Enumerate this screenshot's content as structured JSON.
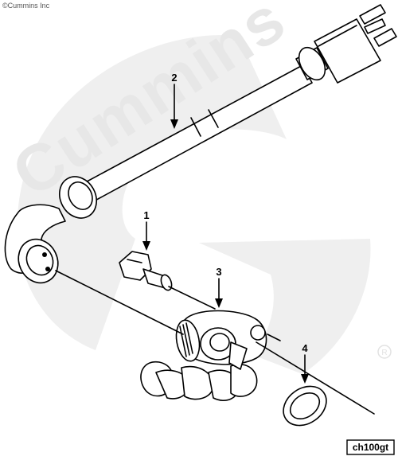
{
  "copyright": "©Cummins Inc",
  "watermark": {
    "brand_text": "Cummins",
    "registered_mark": "®",
    "color": "#e7e7e7"
  },
  "callouts": [
    "1",
    "2",
    "3",
    "4"
  ],
  "figure_id": "ch100gt"
}
